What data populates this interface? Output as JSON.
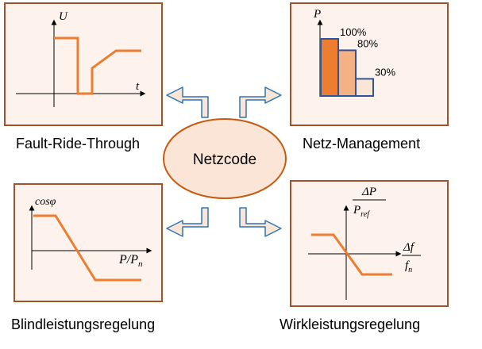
{
  "center": {
    "label": "Netzcode"
  },
  "panels": {
    "frt": {
      "caption": "Fault-Ride-Through",
      "y_axis": "U",
      "x_axis": "t"
    },
    "netz": {
      "caption": "Netz-Management",
      "y_axis": "P",
      "bars": [
        {
          "label": "100%",
          "value": 100,
          "fill": "#ed7d31"
        },
        {
          "label": "80%",
          "value": 80,
          "fill": "#f4b183"
        },
        {
          "label": "30%",
          "value": 30,
          "fill": "#fbe5d6"
        }
      ]
    },
    "blind": {
      "caption": "Blindleistungsregelung",
      "y_axis": "cosφ",
      "x_axis": "P/P",
      "x_axis_sub": "n"
    },
    "wirk": {
      "caption": "Wirkleistungsregelung",
      "y_num": "ΔP",
      "y_den": "P",
      "y_den_sub": "ref",
      "x_num": "Δf",
      "x_den": "f",
      "x_den_sub": "n"
    }
  },
  "colors": {
    "panel_border": "#a0522d",
    "panel_fill": "#fdf3ec",
    "curve": "#ed7d31",
    "bar_border": "#2e5597",
    "arrow_fill": "#fbe5d6",
    "arrow_stroke": "#2e75b6",
    "ellipse_fill": "#fbe5d6",
    "ellipse_stroke": "#c55a11"
  }
}
